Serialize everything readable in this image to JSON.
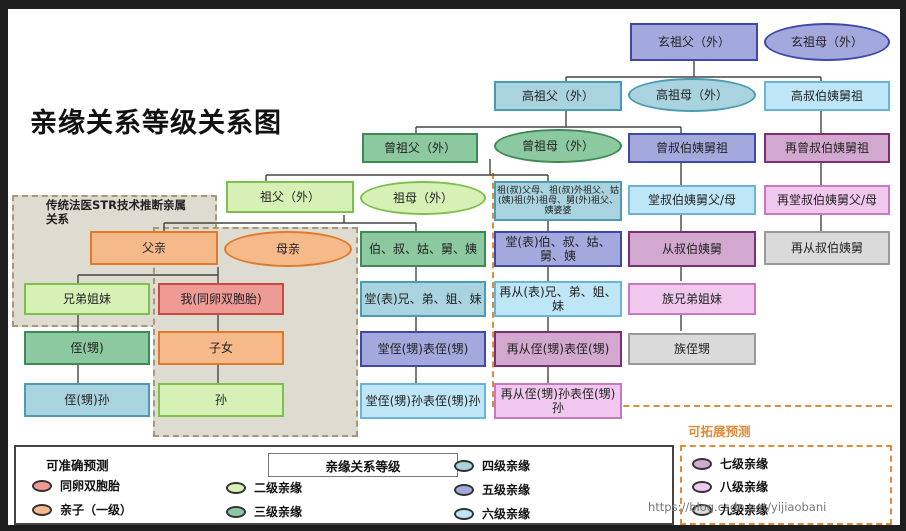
{
  "title": "亲缘关系等级关系图",
  "regions": {
    "str_label": "传统法医STR技术推断亲属关系",
    "extended_label": "可拓展预测"
  },
  "nodes": {
    "xuanzufu": "玄祖父（外）",
    "xuanzumu": "玄祖母（外）",
    "gaozufu": "高祖父（外）",
    "gaozumu": "高祖母（外）",
    "gaoshubo": "高叔伯姨舅祖",
    "zengzufu": "曾祖父（外）",
    "zengzumu": "曾祖母（外）",
    "zengshubo": "曾叔伯姨舅祖",
    "zaizengshubo": "再曾叔伯姨舅祖",
    "zufu": "祖父（外）",
    "zumu": "祖母（外）",
    "zugu": "祖(叔)父母、祖(叔)外祖父、姑(姨)祖(外)祖母、舅(外)祖父、姨婆婆",
    "tangshubo": "堂叔伯姨舅父/母",
    "zaitangshubo": "再堂叔伯姨舅父/母",
    "zaicongshubo": "再从叔伯姨舅",
    "fuqin": "父亲",
    "muqin": "母亲",
    "boshu": "伯、叔、姑、舅、姨",
    "tangbiao": "堂(表)伯、叔、姑、舅、姨",
    "congshubo": "从叔伯姨舅",
    "xiongdi": "兄弟姐妹",
    "wo": "我(同卵双胞胎)",
    "tangxiong": "堂(表)兄、弟、姐、妹",
    "zaicongxiong": "再从(表)兄、弟、姐、妹",
    "zuxiong": "族兄弟姐妹",
    "zhi": "侄(甥)",
    "zinv": "子女",
    "tangzhi": "堂侄(甥)表侄(甥)",
    "zaicongzhi": "再从侄(甥)表侄(甥)",
    "zuzhi": "族侄甥",
    "zhisun": "侄(甥)孙",
    "sun": "孙",
    "tangzhisun": "堂侄(甥)孙表侄(甥)孙",
    "zaicongzhisun": "再从侄(甥)孙表侄(甥)孙"
  },
  "legend": {
    "accurate_title": "可准确预测",
    "header": "亲缘关系等级",
    "items": [
      {
        "label": "同卵双胞胎",
        "color": "#ee9a95"
      },
      {
        "label": "亲子（一级）",
        "color": "#f6b98a"
      },
      {
        "label": "二级亲缘",
        "color": "#d6f0b5"
      },
      {
        "label": "三级亲缘",
        "color": "#8cc8a0"
      },
      {
        "label": "四级亲缘",
        "color": "#a9d3de"
      },
      {
        "label": "五级亲缘",
        "color": "#a3a9dd"
      },
      {
        "label": "六级亲缘",
        "color": "#bfe6f6"
      }
    ],
    "extended_title": "可拓展预测",
    "extended_items": [
      {
        "label": "七级亲缘",
        "color": "#d2a8cf"
      },
      {
        "label": "八级亲缘",
        "color": "#f0c8ee"
      },
      {
        "label": "九级亲缘",
        "color": "#dadada"
      }
    ]
  },
  "watermark": "https://blog.csdn.net/yijiaobani",
  "colors": {
    "twin": "#ee9a95",
    "first": "#f6b98a",
    "second": "#d6f0b5",
    "third": "#8cc8a0",
    "fourth": "#a9d3de",
    "fifth": "#a3a9dd",
    "sixth": "#bfe6f6",
    "seventh": "#d2a8cf",
    "eighth": "#f0c8ee",
    "ninth": "#dadada",
    "extended_border": "#e08a3c"
  }
}
